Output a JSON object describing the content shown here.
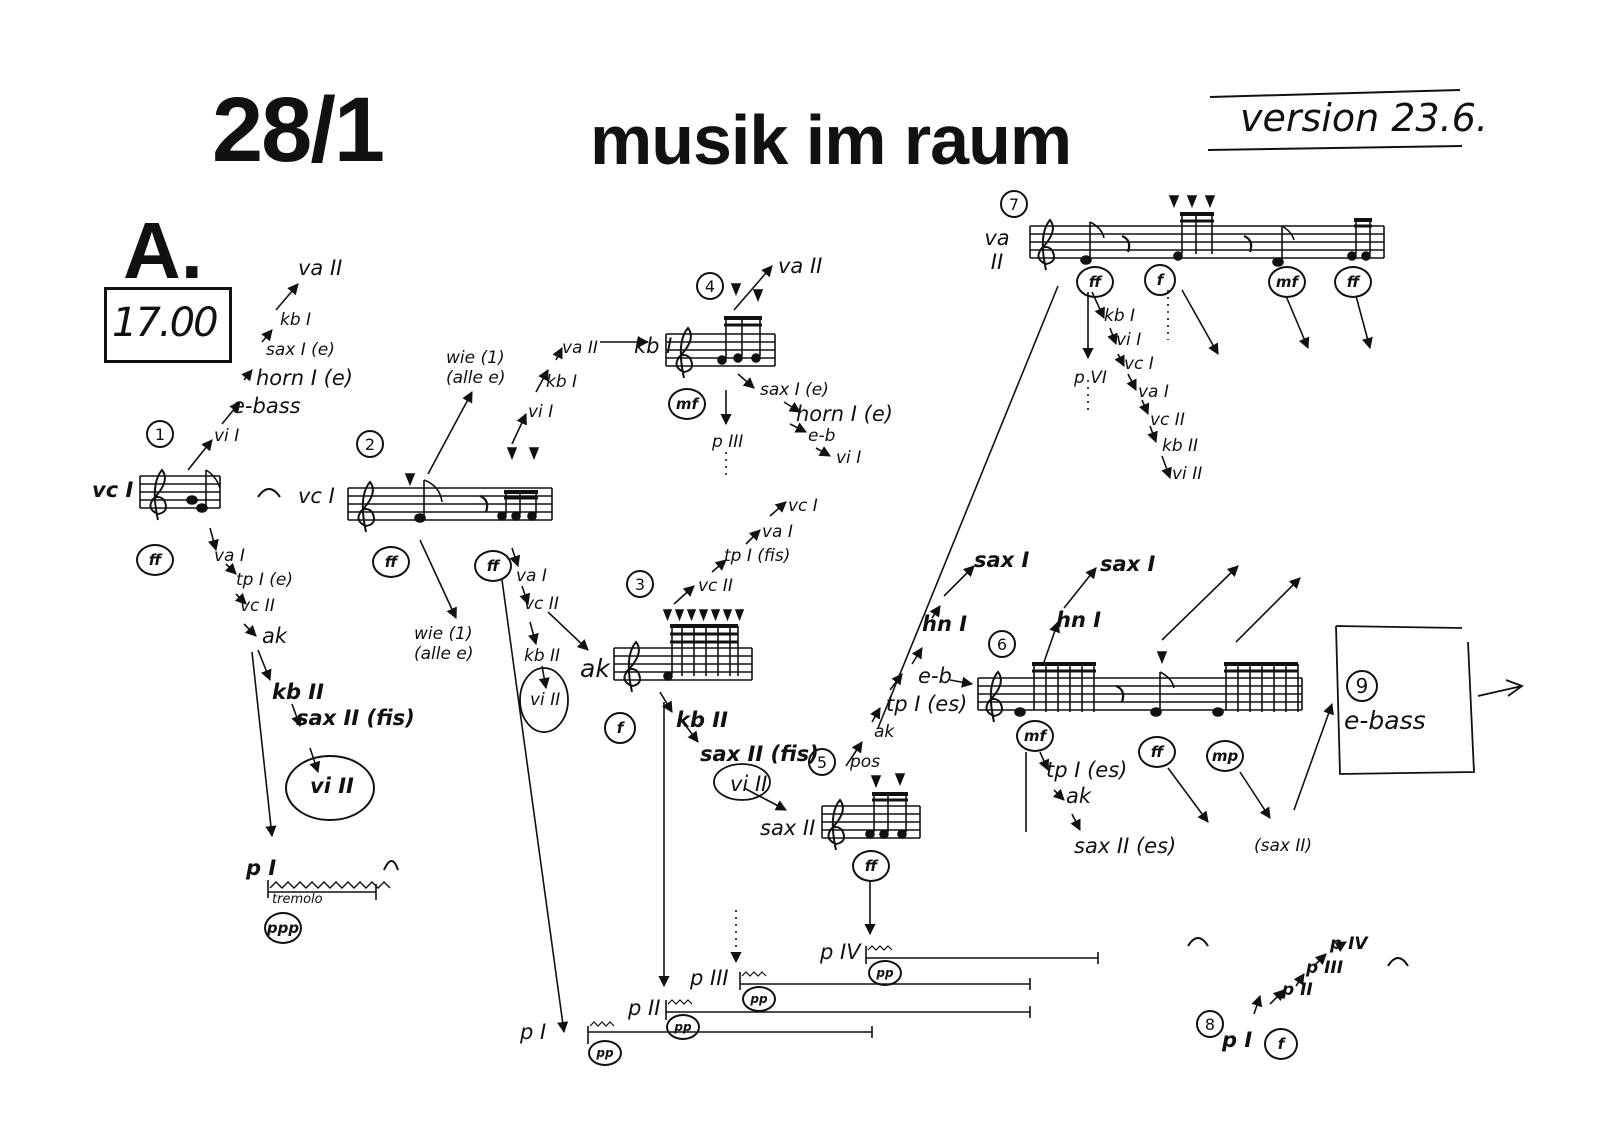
{
  "header": {
    "number": "28/1",
    "title": "musik im raum",
    "version": "version 23.6."
  },
  "section": {
    "letter": "A.",
    "time": "17.00"
  },
  "cue_numbers": [
    "1",
    "2",
    "3",
    "4",
    "5",
    "6",
    "7",
    "8",
    "9"
  ],
  "group1": {
    "instrument": "vc I",
    "dynamic": "ff",
    "up": [
      "vi I",
      "e-bass",
      "horn I (e)",
      "sax I (e)",
      "kb I",
      "va II"
    ],
    "down": [
      "va I",
      "tp I (e)",
      "vc II",
      "ak",
      "kb II",
      "sax II (fis)",
      "vi II"
    ],
    "tail": {
      "label": "p I",
      "technique": "tremolo",
      "dynamic": "ppp"
    }
  },
  "group2": {
    "instrument": "vc I",
    "dynamic": "ff",
    "dynamic_2": "ff",
    "wie_upper": "wie (1) (alle e)",
    "wie_lower": "wie (1) (alle e)",
    "up": [
      "vi I",
      "kb I",
      "va II",
      "kb I"
    ],
    "down": [
      "va I",
      "vc II",
      "kb II",
      "vi II"
    ]
  },
  "group3": {
    "instrument": "ak",
    "dynamic": "f",
    "up": [
      "vc II",
      "tp I (fis)",
      "va I",
      "vc I"
    ],
    "down": [
      "kb II",
      "sax II (fis)",
      "vi II",
      "sax II"
    ]
  },
  "group4": {
    "dynamic": "mf",
    "after": [
      "sax I (e)",
      "horn I (e)",
      "e-b",
      "vi I"
    ],
    "top": "va II",
    "tail": "p III"
  },
  "group5": {
    "dynamic": "ff",
    "up": [
      "pos",
      "ak",
      "tp I (es)",
      "e-b",
      "hn I",
      "sax I"
    ]
  },
  "group6": {
    "dynamic_a": "mf",
    "dynamic_b": "ff",
    "dynamic_c": "mp",
    "up": [
      "hn I",
      "sax I"
    ],
    "down": [
      "tp I (es)",
      "ak",
      "sax II (es)"
    ],
    "sax_paren": "(sax II)"
  },
  "group7": {
    "instrument": "va II",
    "dynamics": [
      "ff",
      "f",
      "mf",
      "ff"
    ],
    "down": [
      "kb I",
      "vi I",
      "vc I",
      "va I",
      "vc II",
      "kb II",
      "vi II"
    ],
    "tail": "p VI"
  },
  "group8": {
    "label": "p I",
    "dynamic": "f",
    "chain": [
      "p II",
      "p III",
      "p IV"
    ]
  },
  "group9": {
    "label": "e-bass"
  },
  "sustains": [
    {
      "label": "p I",
      "dynamic": "pp"
    },
    {
      "label": "p II",
      "dynamic": "pp"
    },
    {
      "label": "p III",
      "dynamic": "pp"
    },
    {
      "label": "p IV",
      "dynamic": "pp"
    }
  ]
}
